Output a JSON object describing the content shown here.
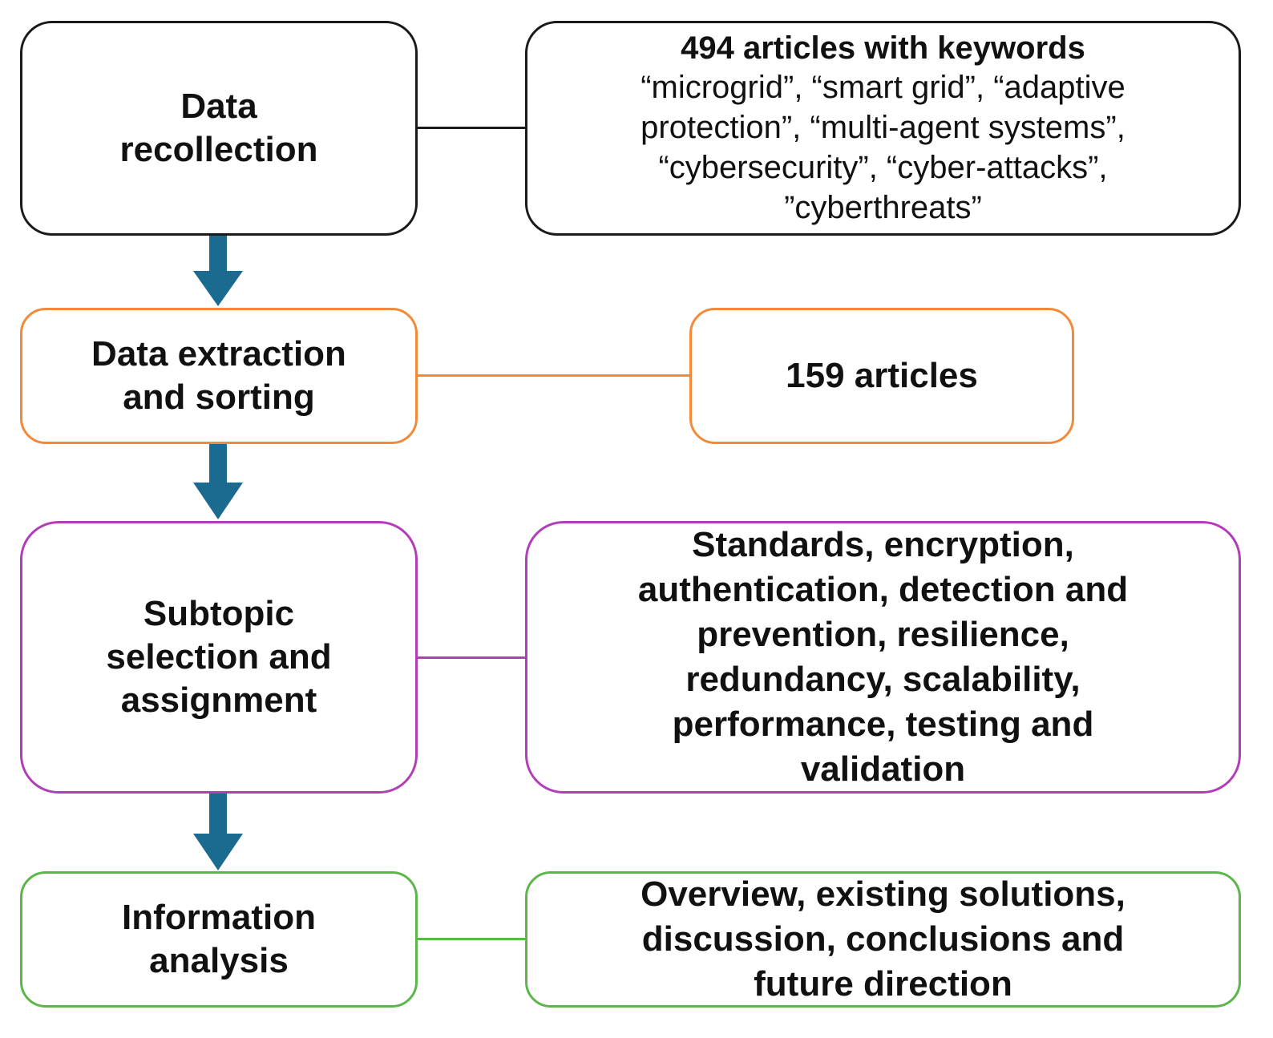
{
  "colors": {
    "black": "#1a1a1a",
    "orange": "#f28a3a",
    "magenta": "#b23db8",
    "green": "#5cb64a",
    "arrow": "#1b6a90"
  },
  "rows": [
    {
      "color": "black",
      "stage": "Data\nrecollection",
      "detail_head": "494 articles with keywords",
      "detail_list": "“microgrid”, “smart grid”, “adaptive\nprotection”, “multi-agent systems”,\n“cybersecurity”, “cyber-attacks”,\n”cyberthreats”"
    },
    {
      "color": "orange",
      "stage": "Data extraction\nand sorting",
      "detail": "159 articles"
    },
    {
      "color": "magenta",
      "stage": "Subtopic\nselection and\nassignment",
      "detail": "Standards, encryption,\nauthentication, detection and\nprevention, resilience,\nredundancy, scalability,\nperformance, testing and\nvalidation"
    },
    {
      "color": "green",
      "stage": "Information\nanalysis",
      "detail": "Overview, existing solutions,\ndiscussion, conclusions and\nfuture direction"
    }
  ]
}
